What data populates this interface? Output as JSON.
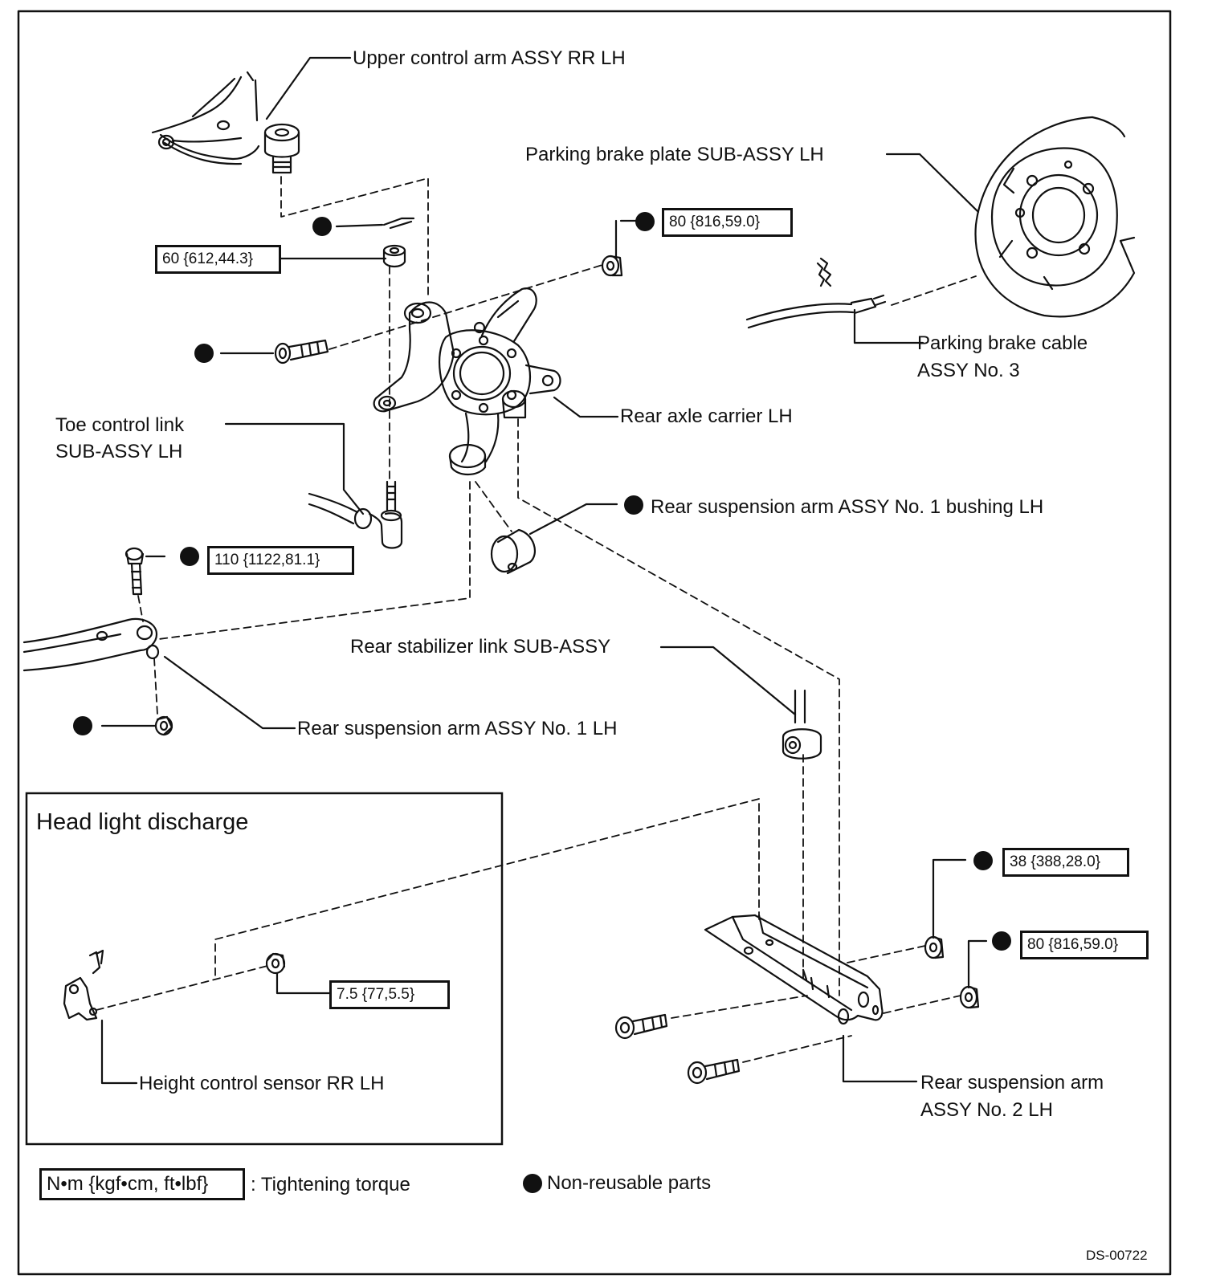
{
  "labels": {
    "upper_control_arm": "Upper control arm ASSY RR LH",
    "parking_brake_plate": "Parking brake plate SUB-ASSY LH",
    "parking_brake_cable_line1": "Parking brake cable",
    "parking_brake_cable_line2": "ASSY No. 3",
    "rear_axle_carrier": "Rear axle carrier LH",
    "toe_control_link_line1": "Toe control link",
    "toe_control_link_line2": "SUB-ASSY LH",
    "arm_no1_bushing": "Rear suspension arm ASSY No. 1 bushing LH",
    "rear_stabilizer_link": "Rear stabilizer link SUB-ASSY",
    "arm_no1": "Rear suspension arm ASSY No. 1 LH",
    "height_control_sensor": "Height control sensor RR LH",
    "arm_no2_line1": "Rear suspension arm",
    "arm_no2_line2": "ASSY No. 2 LH"
  },
  "torques": {
    "t60": "60 {612,44.3}",
    "t80_upper": "80 {816,59.0}",
    "t110": "110 {1122,81.1}",
    "t38": "38 {388,28.0}",
    "t80_lower": "80 {816,59.0}",
    "t7_5": "7.5 {77,5.5}"
  },
  "inset": {
    "title": "Head light discharge"
  },
  "legend": {
    "torque_unit": "N•m {kgf•cm, ft•lbf}",
    "torque_text": ": Tightening torque",
    "nonreusable_text": "Non-reusable parts"
  },
  "figure_code": "DS-00722",
  "colors": {
    "ink": "#111111",
    "paper": "#ffffff"
  }
}
